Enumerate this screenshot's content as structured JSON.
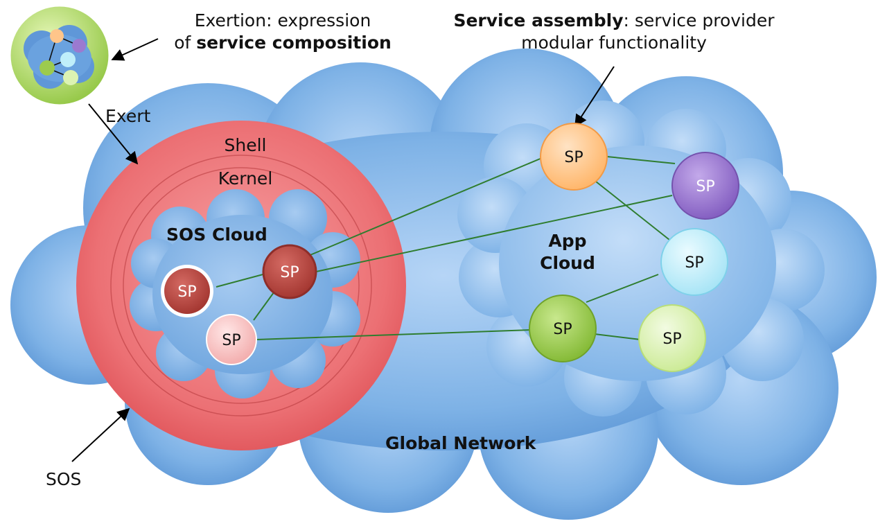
{
  "annotations": {
    "exertion_line1": "Exertion: expression",
    "exertion_line2_prefix": "of ",
    "exertion_line2_bold": "service composition",
    "assembly_bold": "Service assembly",
    "assembly_rest": ": service provider",
    "assembly_line2": "modular functionality",
    "exert": "Exert",
    "sos": "SOS"
  },
  "layers": {
    "shell": "Shell",
    "kernel": "Kernel",
    "sos_cloud": "SOS Cloud",
    "app_cloud_line1": "App",
    "app_cloud_line2": "Cloud",
    "global_network": "Global Network"
  },
  "nodes": {
    "sos_white_ring": "SP",
    "sos_dark": "SP",
    "sos_light": "SP",
    "app_orange": "SP",
    "app_purple": "SP",
    "app_cyan": "SP",
    "app_green": "SP",
    "app_lightgreen": "SP"
  },
  "colors": {
    "cloud_blue": "#6fa6de",
    "shell_red": "#e8646a",
    "link_green": "#2f7d2f",
    "sp_orange": "#ffc58a",
    "sp_purple": "#9b7ad0",
    "sp_cyan": "#c9f0fb",
    "sp_green": "#9ccb4e",
    "sp_lightgreen": "#dcf3b2",
    "sp_dark_red": "#b9433d",
    "sp_pink": "#f7c2c2"
  }
}
